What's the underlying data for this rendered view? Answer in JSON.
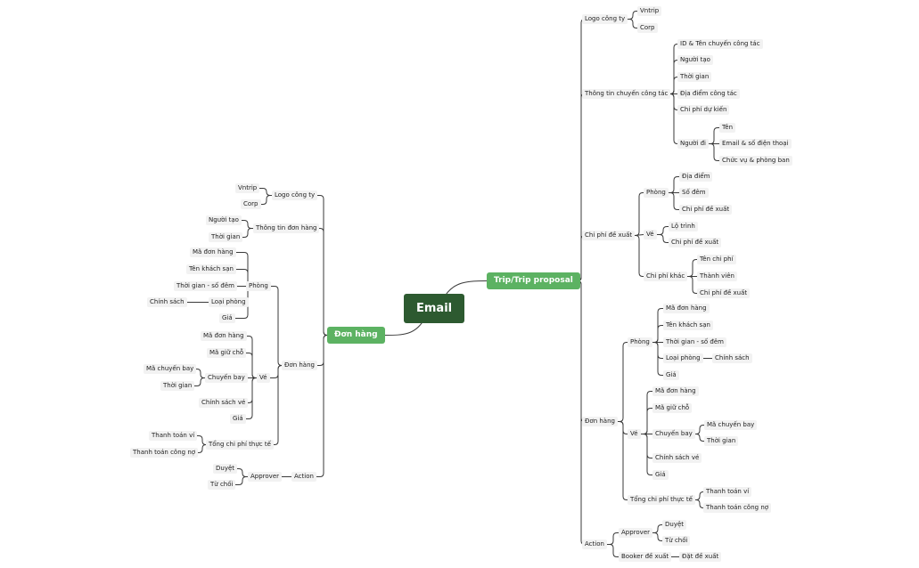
{
  "root": {
    "label": "Email"
  },
  "left_branch": {
    "label": "Đơn hàng",
    "children": [
      {
        "label": "Logo công ty",
        "children": [
          {
            "label": "Vntrip"
          },
          {
            "label": "Corp"
          }
        ]
      },
      {
        "label": "Thông tin đơn hàng",
        "children": [
          {
            "label": "Người tạo"
          },
          {
            "label": "Thời gian"
          }
        ]
      },
      {
        "label": "Đơn hàng",
        "children": [
          {
            "label": "Phòng",
            "children": [
              {
                "label": "Mã đơn hàng"
              },
              {
                "label": "Tên khách sạn"
              },
              {
                "label": "Thời gian - số đêm"
              },
              {
                "label": "Loại phòng",
                "children": [
                  {
                    "label": "Chính sách"
                  }
                ]
              },
              {
                "label": "Giá"
              }
            ]
          },
          {
            "label": "Vé",
            "children": [
              {
                "label": "Mã đơn hàng"
              },
              {
                "label": "Mã giữ chỗ"
              },
              {
                "label": "Chuyến bay",
                "children": [
                  {
                    "label": "Mã chuyến bay"
                  },
                  {
                    "label": "Thời gian"
                  }
                ]
              },
              {
                "label": "Chính sách vé"
              },
              {
                "label": "Giá"
              }
            ]
          },
          {
            "label": "Tổng chi phí thực tế",
            "children": [
              {
                "label": "Thanh toán ví"
              },
              {
                "label": "Thanh toán công nợ"
              }
            ]
          }
        ]
      },
      {
        "label": "Action",
        "children": [
          {
            "label": "Approver",
            "children": [
              {
                "label": "Duyệt"
              },
              {
                "label": "Từ chối"
              }
            ]
          }
        ]
      }
    ]
  },
  "right_branch": {
    "label": "Trip/Trip proposal",
    "children": [
      {
        "label": "Logo công ty",
        "children": [
          {
            "label": "Vntrip"
          },
          {
            "label": "Corp"
          }
        ]
      },
      {
        "label": "Thông tin chuyến công tác",
        "children": [
          {
            "label": "ID & Tên chuyến công tác"
          },
          {
            "label": "Người tạo"
          },
          {
            "label": "Thời gian"
          },
          {
            "label": "Địa điểm công tác"
          },
          {
            "label": "Chi phí dự kiến"
          },
          {
            "label": "Người đi",
            "children": [
              {
                "label": "Tên"
              },
              {
                "label": "Email & số điện thoại"
              },
              {
                "label": "Chức vụ & phòng ban"
              }
            ]
          }
        ]
      },
      {
        "label": "Chi phí đề xuất",
        "children": [
          {
            "label": "Phòng",
            "children": [
              {
                "label": "Địa điểm"
              },
              {
                "label": "Số đêm"
              },
              {
                "label": "Chi phí đề xuất"
              }
            ]
          },
          {
            "label": "Vé",
            "children": [
              {
                "label": "Lộ trình"
              },
              {
                "label": "Chi phí đề xuất"
              }
            ]
          },
          {
            "label": "Chi phí khác",
            "children": [
              {
                "label": "Tên chi phí"
              },
              {
                "label": "Thành viên"
              },
              {
                "label": "Chi phí đề xuất"
              }
            ]
          }
        ]
      },
      {
        "label": "Đơn hàng",
        "children": [
          {
            "label": "Phòng",
            "children": [
              {
                "label": "Mã đơn hàng"
              },
              {
                "label": "Tên khách sạn"
              },
              {
                "label": "Thời gian - số đêm"
              },
              {
                "label": "Loại phòng",
                "children": [
                  {
                    "label": "Chính sách"
                  }
                ]
              },
              {
                "label": "Giá"
              }
            ]
          },
          {
            "label": "Vé",
            "children": [
              {
                "label": "Mã đơn hàng"
              },
              {
                "label": "Mã giữ chỗ"
              },
              {
                "label": "Chuyến bay",
                "children": [
                  {
                    "label": "Mã chuyến bay"
                  },
                  {
                    "label": "Thời gian"
                  }
                ]
              },
              {
                "label": "Chính sách vé"
              },
              {
                "label": "Giá"
              }
            ]
          },
          {
            "label": "Tổng chi phí thực tế",
            "children": [
              {
                "label": "Thanh toán ví"
              },
              {
                "label": "Thanh toán công nợ"
              }
            ]
          }
        ]
      },
      {
        "label": "Action",
        "children": [
          {
            "label": "Approver",
            "children": [
              {
                "label": "Duyệt"
              },
              {
                "label": "Từ chối"
              }
            ]
          },
          {
            "label": "Booker đề xuất",
            "children": [
              {
                "label": "Đặt đề xuất"
              }
            ]
          }
        ]
      }
    ]
  },
  "colors": {
    "root": "#2d5a30",
    "branch": "#5cb262",
    "line": "#3a3a3a",
    "leaf_bg": "#f2f2f2"
  }
}
